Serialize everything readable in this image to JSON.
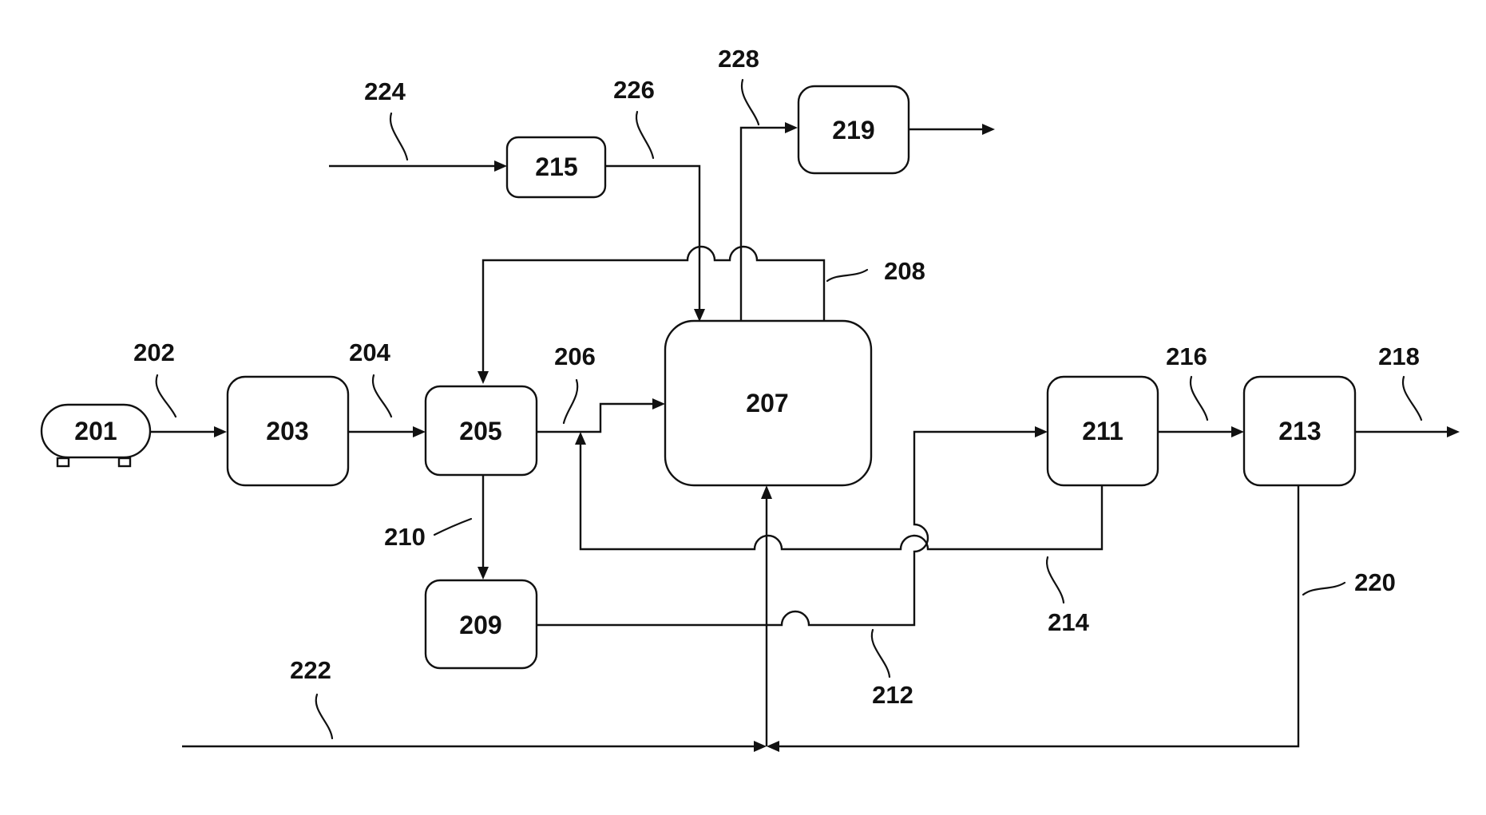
{
  "units": {
    "u201": "201",
    "u203": "203",
    "u205": "205",
    "u207": "207",
    "u209": "209",
    "u211": "211",
    "u213": "213",
    "u215": "215",
    "u219": "219"
  },
  "streams": {
    "s202": "202",
    "s204": "204",
    "s206": "206",
    "s208": "208",
    "s210": "210",
    "s212": "212",
    "s214": "214",
    "s216": "216",
    "s218": "218",
    "s220": "220",
    "s222": "222",
    "s224": "224",
    "s226": "226",
    "s228": "228"
  }
}
